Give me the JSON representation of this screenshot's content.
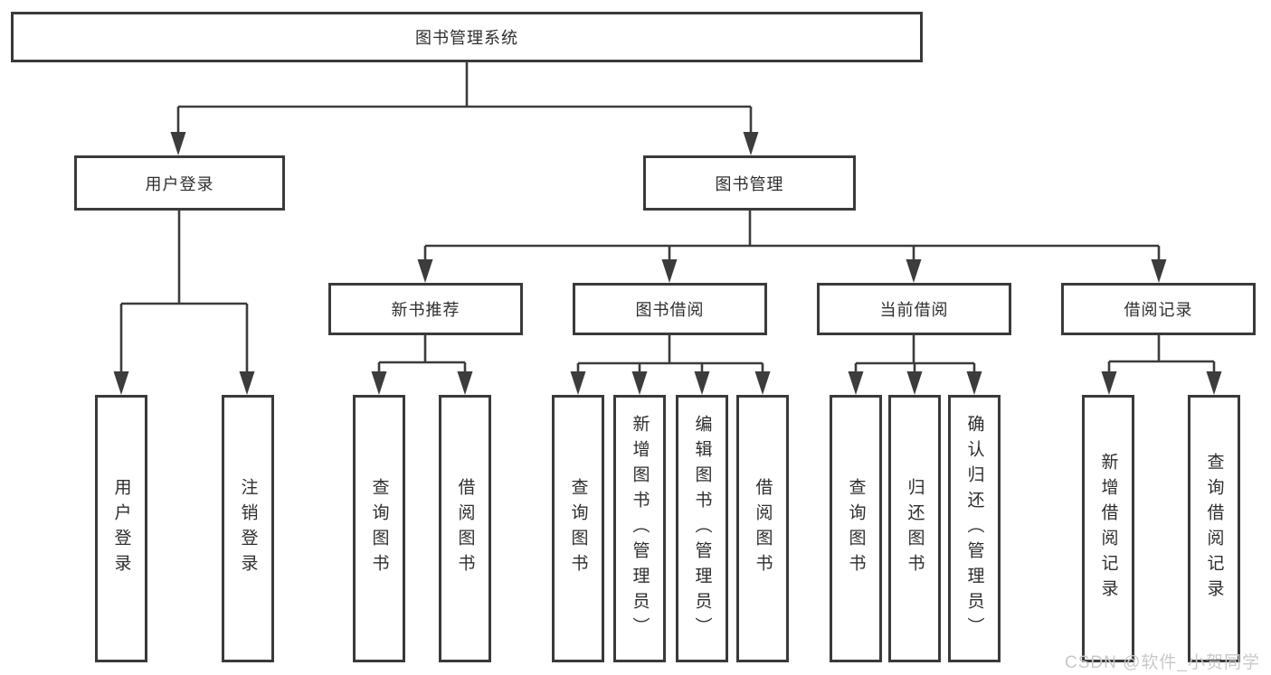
{
  "tree": {
    "root": "图书管理系统",
    "user": {
      "label": "用户登录",
      "children": [
        "用户登录",
        "注销登录"
      ]
    },
    "management": {
      "label": "图书管理",
      "sections": [
        {
          "label": "新书推荐",
          "children": [
            "查询图书",
            "借阅图书"
          ]
        },
        {
          "label": "图书借阅",
          "children": [
            "查询图书",
            "新增图书（管理员）",
            "编辑图书（管理员）",
            "借阅图书"
          ]
        },
        {
          "label": "当前借阅",
          "children": [
            "查询图书",
            "归还图书",
            "确认归还（管理员）"
          ]
        },
        {
          "label": "借阅记录",
          "children": [
            "新增借阅记录",
            "查询借阅记录"
          ]
        }
      ]
    }
  },
  "watermark": "CSDN @软件_小贺同学",
  "colors": {
    "background": "#ffffff",
    "line": "#3c3c3c",
    "box_border": "#3a3a3a",
    "text": "#2e2e2e",
    "watermark": "#c9c9c9"
  }
}
